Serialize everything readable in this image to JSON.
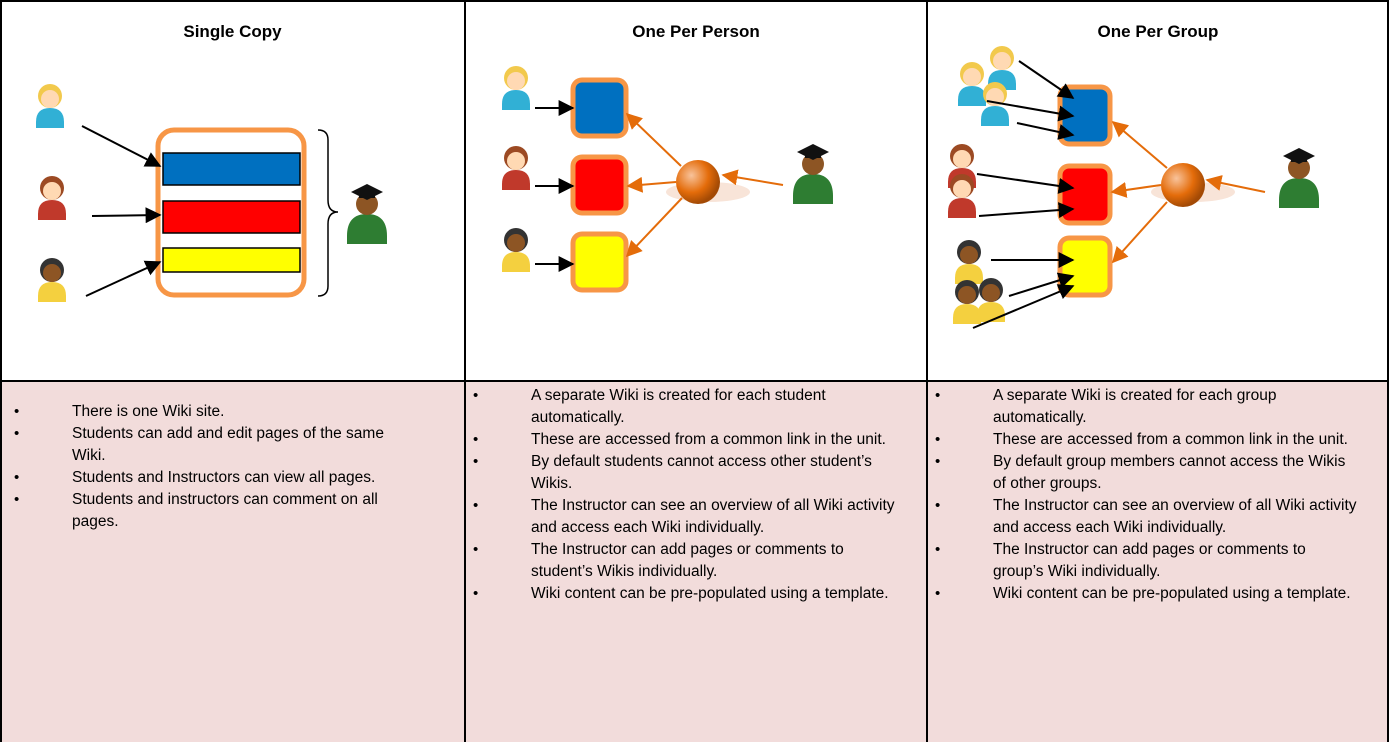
{
  "columns": [
    {
      "title": "Single Copy",
      "bullets": [
        "There is one Wiki site.",
        "Students can add and edit pages of the same Wiki.",
        "Students and Instructors can view all pages.",
        "Students and instructors can comment on all pages."
      ]
    },
    {
      "title": "One Per Person",
      "bullets": [
        "A separate Wiki is created for each student automatically.",
        "These are accessed from a common link in the unit.",
        "By default students cannot access other student’s Wikis.",
        "The Instructor can see an overview of all Wiki activity and access each Wiki individually.",
        "The Instructor can add pages or comments to student’s Wikis individually.",
        "Wiki content can be pre-populated using a template."
      ]
    },
    {
      "title": "One Per Group",
      "bullets": [
        "A separate Wiki is created for each group automatically.",
        "These are accessed from a common link in the unit.",
        "By default group members cannot access the Wikis of other groups.",
        "The Instructor can see an overview of all Wiki activity and access each Wiki individually.",
        "The Instructor can add pages or comments to group’s Wiki individually.",
        "Wiki content can be pre-populated using a template."
      ]
    }
  ],
  "colors": {
    "blue": "#0070c0",
    "red": "#ff0000",
    "yellow": "#ffff00",
    "frame_orange": "#f79646",
    "arrow_orange": "#e46c0a",
    "bottom_bg": "#f2dcdb"
  },
  "icons": [
    "student-blonde-icon",
    "student-redhead-icon",
    "student-dark-icon",
    "instructor-graduate-icon",
    "hub-sphere-icon"
  ]
}
